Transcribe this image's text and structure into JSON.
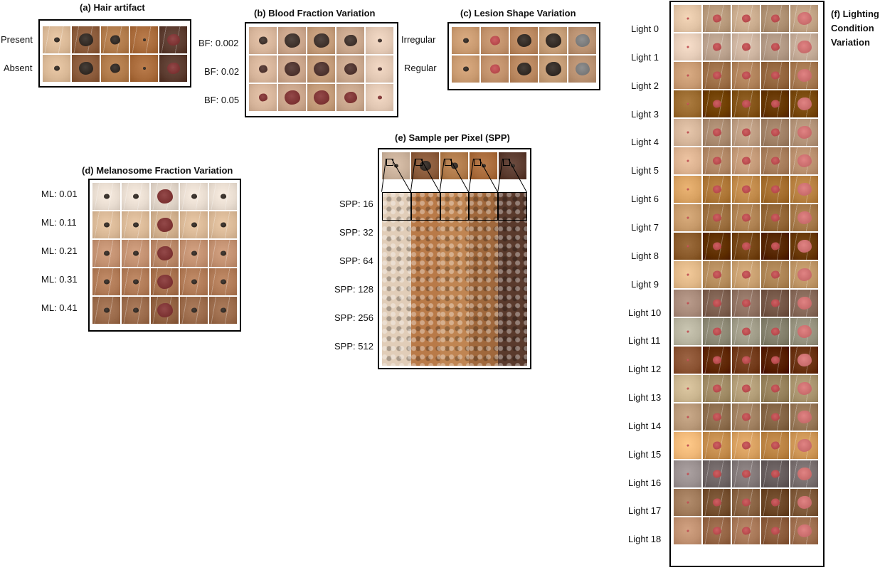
{
  "panels": {
    "hair": {
      "title": "(a) Hair artifact",
      "rows": [
        "Present",
        "Absent"
      ]
    },
    "blood": {
      "title": "(b) Blood Fraction Variation",
      "rows": [
        "BF: 0.002",
        "BF: 0.02",
        "BF: 0.05"
      ]
    },
    "lesion_shape": {
      "title": "(c) Lesion Shape Variation",
      "rows": [
        "Irregular",
        "Regular"
      ]
    },
    "melanosome": {
      "title": "(d) Melanosome Fraction Variation",
      "rows": [
        "ML: 0.01",
        "ML: 0.11",
        "ML: 0.21",
        "ML: 0.31",
        "ML: 0.41"
      ]
    },
    "spp": {
      "title": "(e) Sample per Pixel (SPP)",
      "rows": [
        "SPP: 16",
        "SPP: 32",
        "SPP: 64",
        "SPP: 128",
        "SPP: 256",
        "SPP: 512"
      ]
    },
    "lighting": {
      "title_lines": [
        "(f) Lighting",
        "Condition",
        "Variation"
      ],
      "rows": [
        "Light 0",
        "Light 1",
        "Light 2",
        "Light 3",
        "Light 4",
        "Light 5",
        "Light 6",
        "Light 7",
        "Light 8",
        "Light 9",
        "Light 10",
        "Light 11",
        "Light 12",
        "Light 13",
        "Light 14",
        "Light 15",
        "Light 16",
        "Light 17",
        "Light 18"
      ]
    }
  },
  "skin_tones": [
    "#d9b896",
    "#8a5a3a",
    "#b07a4a",
    "#a86a3a",
    "#5a3a2e"
  ],
  "lesion_colors": {
    "dark": "#2e2620",
    "blood_low": "#3b2e28",
    "blood_mid": "#4a2f2a",
    "blood_high": "#7a3030",
    "red": "#b5474a",
    "pink": "#c76a6a"
  },
  "light_tints": [
    "#e2c4a6",
    "#e6cdb9",
    "#c89a72",
    "#9a6a2e",
    "#d5b59a",
    "#dcb290",
    "#d9a262",
    "#c79a6a",
    "#8a5a2a",
    "#e1b888",
    "#a88a7a",
    "#b8b4a0",
    "#8a5232",
    "#cbb690",
    "#b89878",
    "#f0b878",
    "#9a9090",
    "#a07a5a",
    "#c09070"
  ]
}
